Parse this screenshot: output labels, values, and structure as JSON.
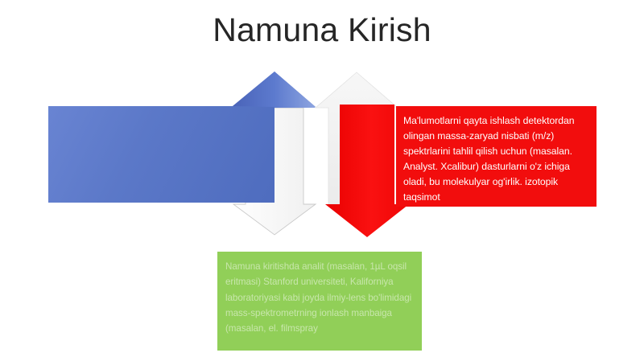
{
  "slide": {
    "title": "Namuna Kirish",
    "background_color": "#ffffff"
  },
  "shapes": {
    "blue_arrow": {
      "name": "blue-bent-arrow",
      "color": "#5b7bce",
      "direction": "up",
      "label": ""
    },
    "white_down_arrow": {
      "name": "white-outline-down-arrow",
      "color": "#ffffff",
      "outline_color": "#bfbfbf",
      "direction": "down",
      "label": ""
    },
    "white_up_arrow": {
      "name": "white-up-arrow",
      "color": "#f2f2f2",
      "direction": "up",
      "label": ""
    },
    "red_arrow": {
      "name": "red-down-arrow",
      "color": "#f20d0d",
      "direction": "down",
      "label": ""
    }
  },
  "red_box": {
    "color": "#f20d0d",
    "text": "Ma'lumotlarni qayta ishlash detektordan olingan massa-zaryad nisbati (m/z) spektrlarini tahlil qilish uchun (masalan. Analyst. Xcalibur) dasturlarni o'z ichiga oladi, bu molekulyar og'irlik. izotopik taqsimot"
  },
  "green_box": {
    "color": "#8ece53",
    "text": "Namuna kiritishda analit (masalan, 1µL oqsil eritmasi) Stanford universiteti, Kaliforniya laboratoriyasi kabi joyda ilmiy-lens bo'limidagi mass-spektrometrning ionlash manbaiga (masalan, el. filmspray"
  }
}
